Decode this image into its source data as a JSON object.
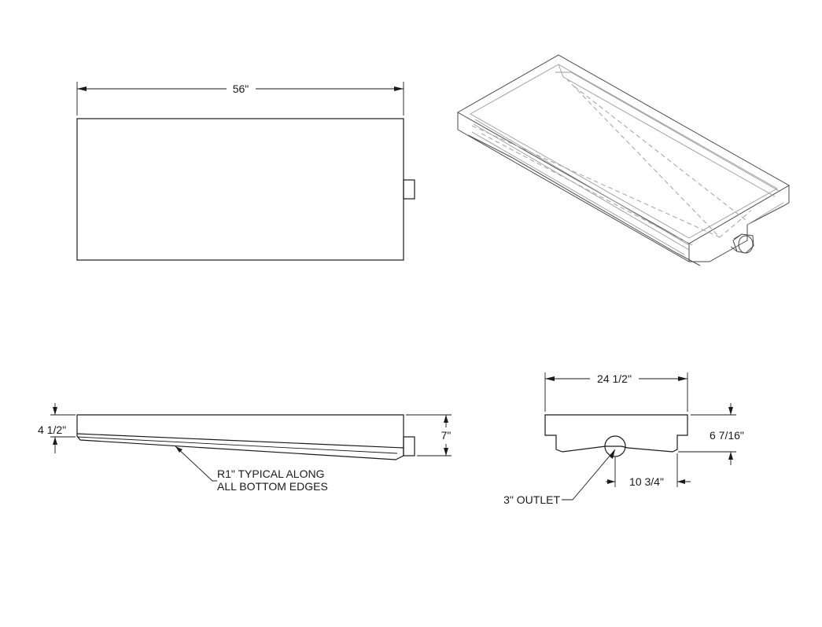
{
  "dimensions": {
    "length": "56\"",
    "width": "24 1/2\"",
    "side_height": "4 1/2\"",
    "total_height": "7\"",
    "end_height": "6 7/16\"",
    "outlet_offset": "10 3/4\""
  },
  "notes": {
    "radius_line1": "R1\" TYPICAL ALONG",
    "radius_line2": "ALL BOTTOM EDGES",
    "outlet": "3\" OUTLET"
  }
}
